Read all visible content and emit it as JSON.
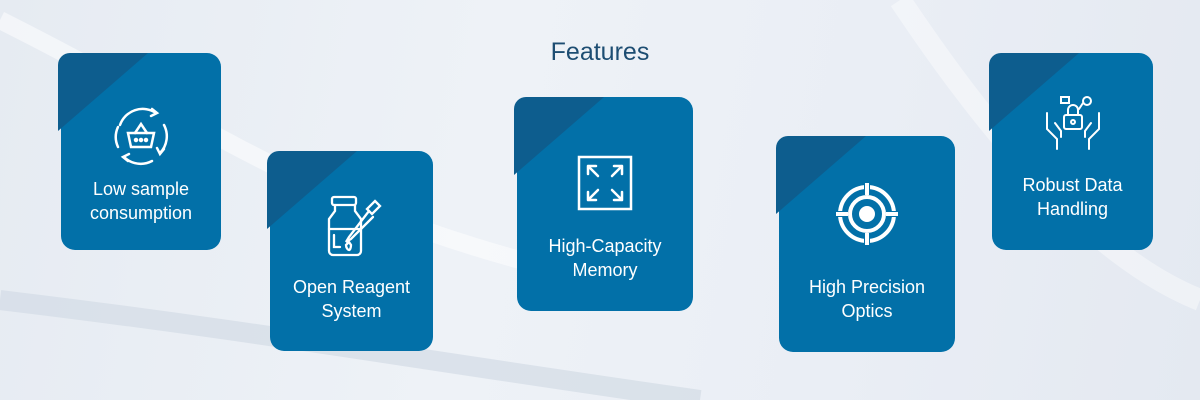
{
  "title": "Features",
  "cards": [
    {
      "label_line1": "Low sample",
      "label_line2": "consumption",
      "icon": "basket-cycle-icon"
    },
    {
      "label_line1": "Open Reagent",
      "label_line2": "System",
      "icon": "bottle-dropper-icon"
    },
    {
      "label_line1": "High-Capacity",
      "label_line2": "Memory",
      "icon": "expand-icon"
    },
    {
      "label_line1": "High Precision",
      "label_line2": "Optics",
      "icon": "target-icon"
    },
    {
      "label_line1": "Robust Data",
      "label_line2": "Handling",
      "icon": "hands-lock-icon"
    }
  ],
  "colors": {
    "card": "#0270a8",
    "flap": "#0d5d8e",
    "title": "#1d4d72"
  }
}
